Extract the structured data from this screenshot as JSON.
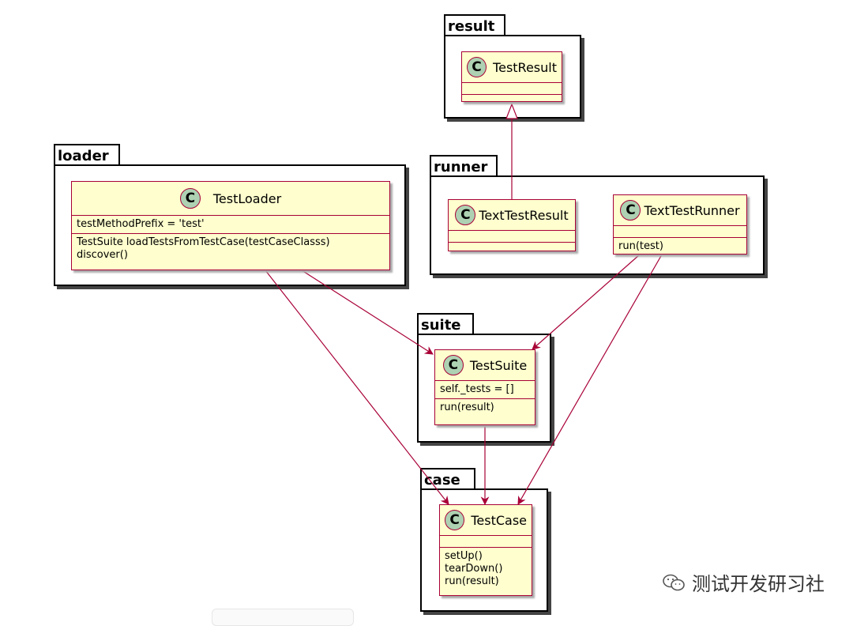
{
  "packages": {
    "result": "result",
    "loader": "loader",
    "runner": "runner",
    "suite": "suite",
    "case": "case"
  },
  "classes": {
    "test_result": {
      "name": "TestResult",
      "stereotype": "C"
    },
    "test_loader": {
      "name": "TestLoader",
      "stereotype": "C",
      "attributes": [
        "testMethodPrefix = 'test'"
      ],
      "methods": [
        "TestSuite loadTestsFromTestCase(testCaseClasss)",
        "discover()"
      ]
    },
    "text_test_result": {
      "name": "TextTestResult",
      "stereotype": "C"
    },
    "text_test_runner": {
      "name": "TextTestRunner",
      "stereotype": "C",
      "methods": [
        "run(test)"
      ]
    },
    "test_suite": {
      "name": "TestSuite",
      "stereotype": "C",
      "attributes": [
        "self._tests = []"
      ],
      "methods": [
        "run(result)"
      ]
    },
    "test_case": {
      "name": "TestCase",
      "stereotype": "C",
      "methods": [
        "setUp()",
        "tearDown()",
        "run(result)"
      ]
    }
  },
  "watermark": "测试开发研习社",
  "colors": {
    "class_fill": "#fefece",
    "class_border": "#a80036",
    "icon_fill": "#add1b2",
    "arrow": "#a80036"
  }
}
